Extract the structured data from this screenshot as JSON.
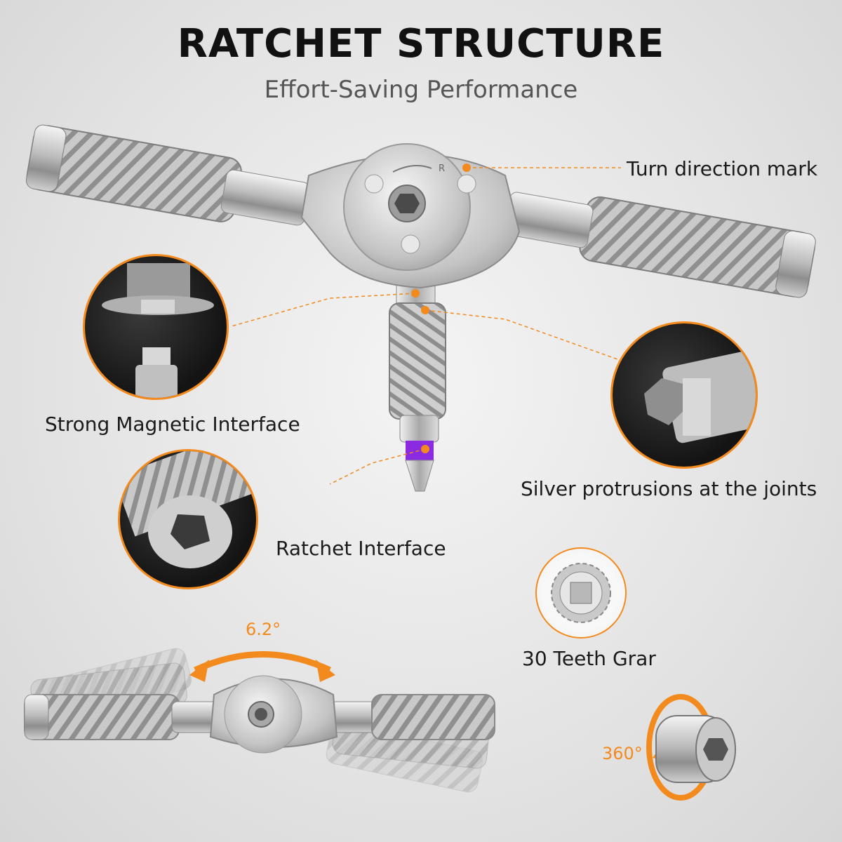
{
  "header": {
    "title": "RATCHET STRUCTURE",
    "subtitle": "Effort-Saving  Performance"
  },
  "callouts": {
    "turn_direction": "Turn direction mark",
    "magnetic_interface": "Strong Magnetic Interface",
    "silver_protrusions": "Silver protrusions at the joints",
    "ratchet_interface": "Ratchet Interface",
    "teeth_gear": "30 Teeth Grar"
  },
  "angles": {
    "swing": "6.2°",
    "rotation": "360°"
  },
  "dial_mark": "R",
  "colors": {
    "accent": "#f28a1e",
    "bit_ring": "#8a2be2",
    "metal": "#c8c8c8"
  }
}
